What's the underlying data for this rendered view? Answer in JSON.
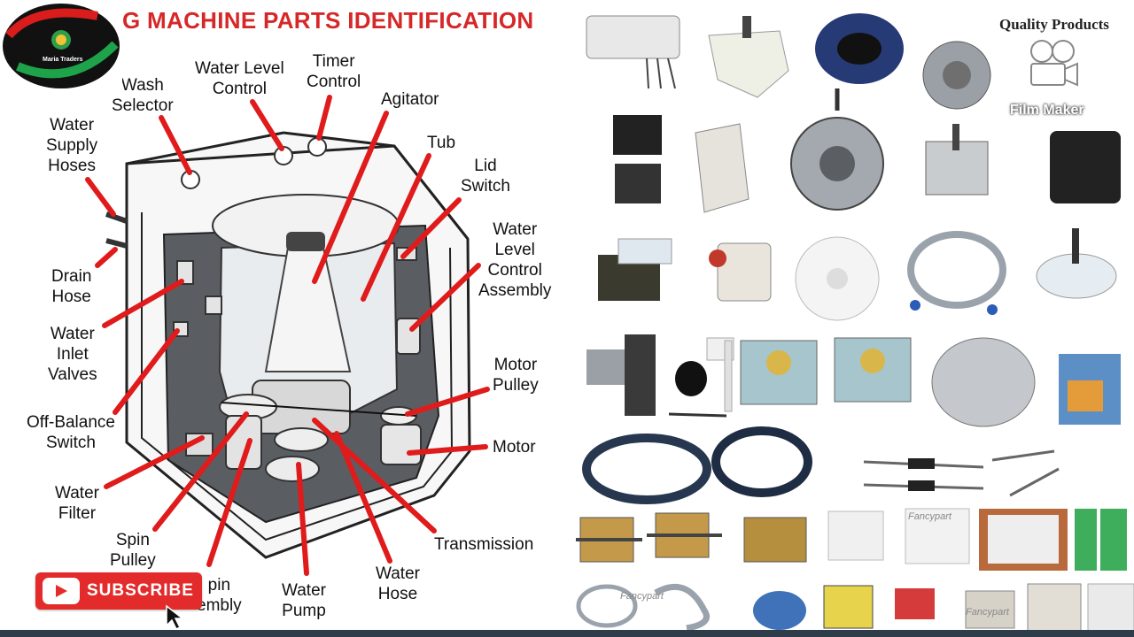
{
  "diagram": {
    "title": "G MACHINE PARTS IDENTIFICATION",
    "labels": {
      "wash_selector": "Wash\nSelector",
      "water_level_control": "Water Level\nControl",
      "timer_control": "Timer\nControl",
      "agitator": "Agitator",
      "tub": "Tub",
      "lid_switch": "Lid\nSwitch",
      "water_supply_hoses": "Water\nSupply\nHoses",
      "water_level_control_assembly": "Water\nLevel\nControl\nAssembly",
      "drain_hose": "Drain\nHose",
      "water_inlet_valves": "Water\nInlet\nValves",
      "motor_pulley": "Motor\nPulley",
      "off_balance_switch": "Off-Balance\nSwitch",
      "motor": "Motor",
      "water_filter": "Water\nFilter",
      "transmission": "Transmission",
      "spin_pulley": "Spin\nPulley",
      "spin_assembly": "pin\nembly",
      "water_pump": "Water\nPump",
      "water_hose": "Water\nHose"
    },
    "line_color": "#e01b1b"
  },
  "logo": {
    "text": "Maria Traders"
  },
  "subscribe": {
    "label": "SUBSCRIBE"
  },
  "overlay": {
    "quality": "Quality Products",
    "film_maker": "Film Maker",
    "watermark": "Fancypart"
  }
}
